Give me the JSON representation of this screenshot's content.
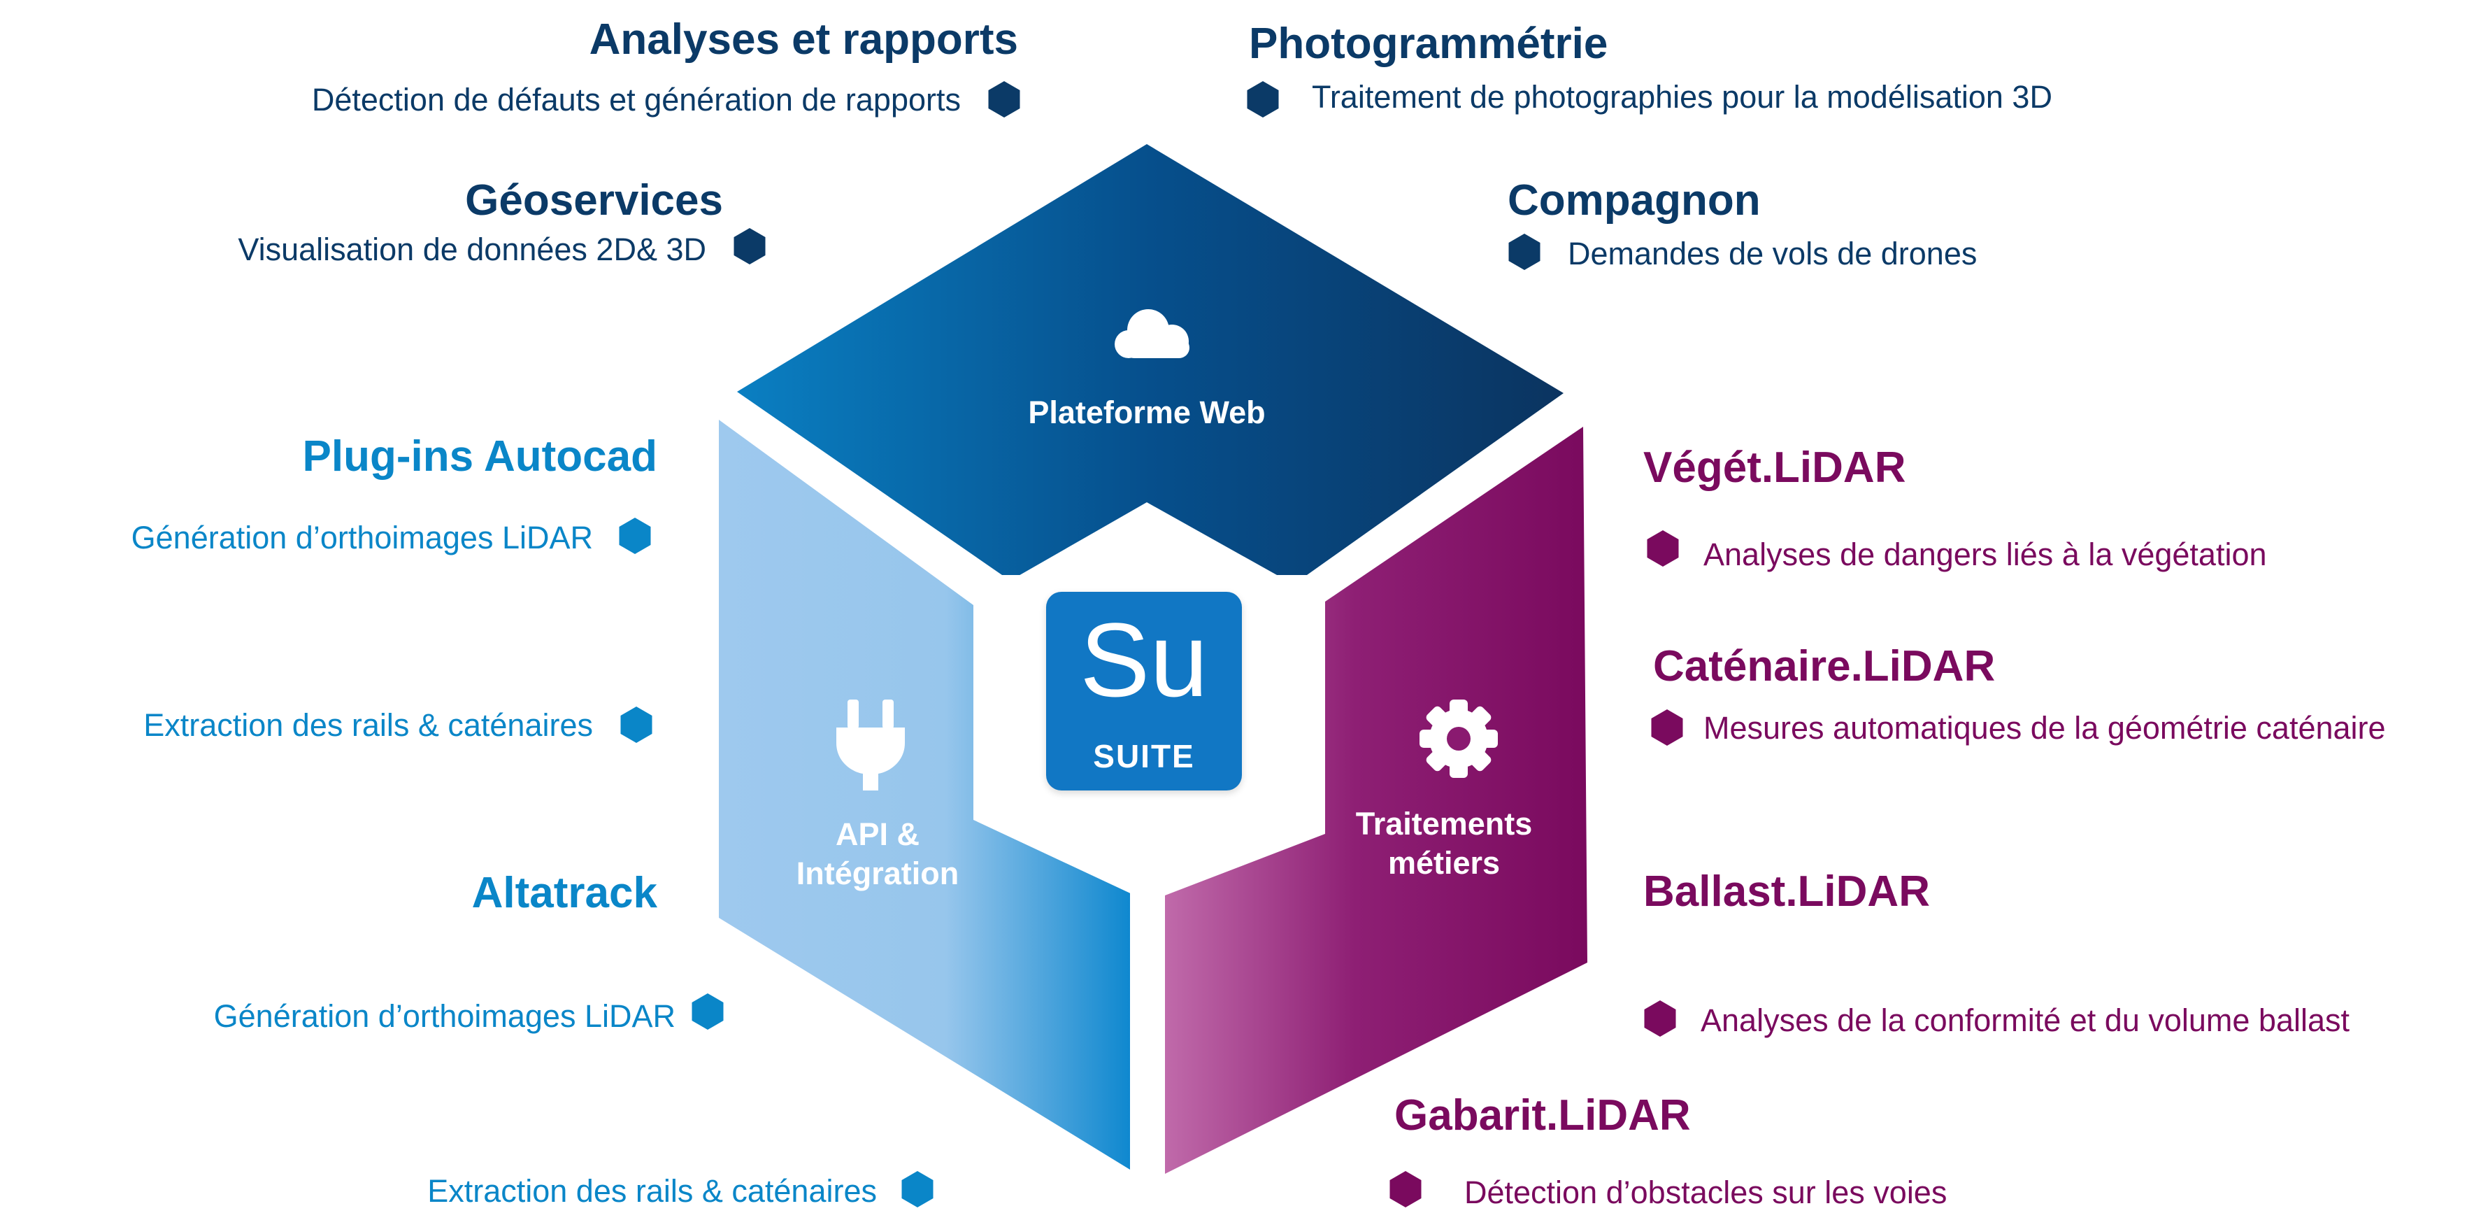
{
  "colors": {
    "navy": "#0b3a67",
    "blue": "#0a86c8",
    "purple": "#7a0a5e",
    "logo_bg": "#1177c4"
  },
  "hub": {
    "logo_symbol": "Su",
    "logo_caption": "SUITE",
    "top_face": "Plateforme Web",
    "left_face": [
      "API &",
      "Intégration"
    ],
    "right_face": [
      "Traitements",
      "métiers"
    ],
    "top_icon": "cloud-icon",
    "left_icon": "plug-icon",
    "right_icon": "gear-icon"
  },
  "web": {
    "analyses": {
      "title": "Analyses et rapports",
      "desc": "Détection de défauts et génération de rapports"
    },
    "photogrammetrie": {
      "title": "Photogrammétrie",
      "desc": "Traitement de photographies pour la modélisation 3D"
    },
    "geoservices": {
      "title": "Géoservices",
      "desc": "Visualisation de données 2D& 3D"
    },
    "compagnon": {
      "title": "Compagnon",
      "desc": "Demandes de vols de drones"
    }
  },
  "api": {
    "plugins": {
      "title": "Plug-ins Autocad",
      "items": [
        "Génération d’orthoimages LiDAR",
        "Extraction des rails & caténaires"
      ]
    },
    "altatrack": {
      "title": "Altatrack",
      "items": [
        "Génération d’orthoimages LiDAR",
        "Extraction des rails & caténaires"
      ]
    }
  },
  "metiers": {
    "veget": {
      "title": "Végét.LiDAR",
      "desc": "Analyses de dangers liés à la végétation"
    },
    "catenaire": {
      "title": "Caténaire.LiDAR",
      "desc": "Mesures automatiques de la géométrie caténaire"
    },
    "ballast": {
      "title": "Ballast.LiDAR",
      "desc": "Analyses de la conformité et du volume ballast"
    },
    "gabarit": {
      "title": "Gabarit.LiDAR",
      "desc": "Détection d’obstacles sur les voies"
    }
  }
}
